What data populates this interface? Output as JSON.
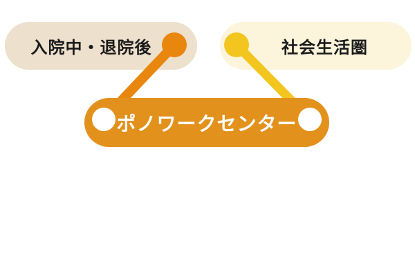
{
  "canvas": {
    "background_color": "#FFFFFF"
  },
  "diagram": {
    "nodes": {
      "hospital": {
        "label": "入院中・退院後",
        "bg_color": "#EDE0CC",
        "text_color": "#1A1A1A"
      },
      "society": {
        "label": "社会生活圏",
        "bg_color": "#FCF5DB",
        "text_color": "#1A1A1A"
      },
      "center": {
        "label": "ポノワークセンター",
        "bg_color": "#E2911D",
        "text_color": "#FFFFFF"
      }
    },
    "connectors": {
      "left": {
        "from": "入院中・退院後",
        "to": "ポノワークセンター",
        "color": "#E8860D"
      },
      "right": {
        "from": "社会生活圏",
        "to": "ポノワークセンター",
        "color": "#F2C51F"
      }
    },
    "node_dot_color": "#FFFFFF"
  }
}
